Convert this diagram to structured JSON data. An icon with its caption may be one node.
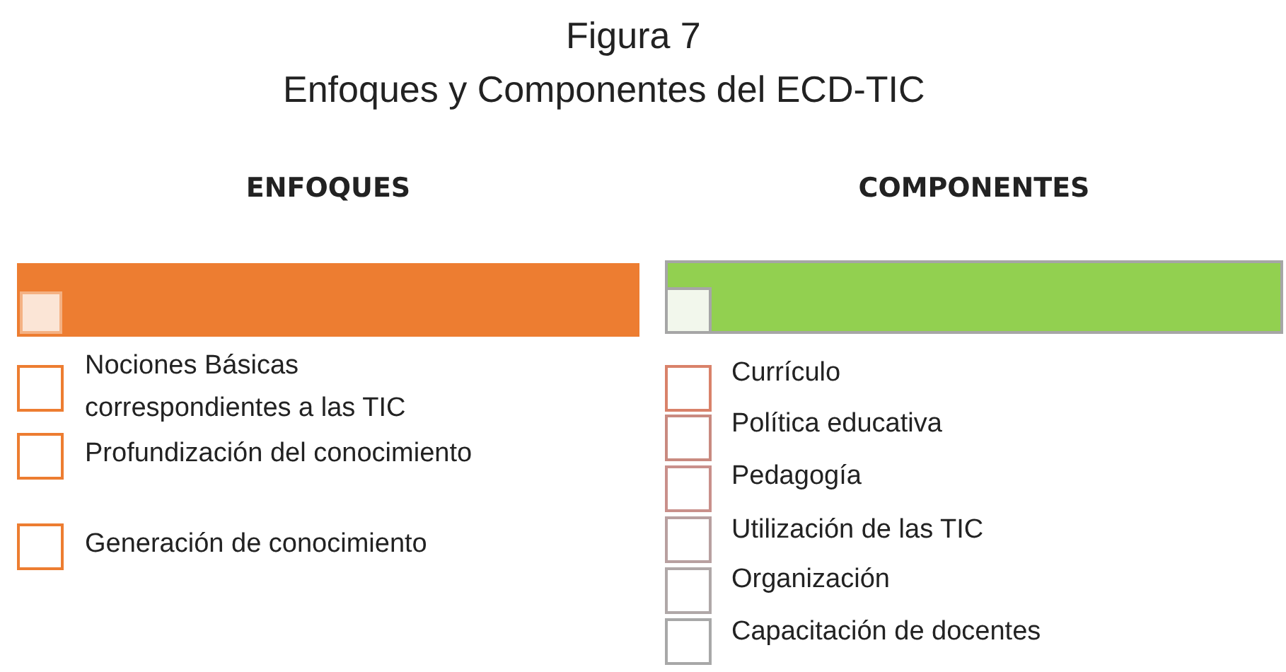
{
  "diagram": {
    "title": "Figura 7",
    "caption": "Enfoques y Componentes del ECD-TIC",
    "nodes": [
      {
        "text": [
          "ENFOQUES"
        ]
      },
      {
        "text": [],
        "shape": "box",
        "in": 0
      },
      {
        "text": [],
        "shape": "box",
        "beside": [
          "Nociones  Básicas correspondientes a las TIC"
        ]
      },
      {
        "text": [],
        "shape": "box",
        "beside": [
          "Profundización del conocimiento"
        ]
      },
      {
        "text": [],
        "shape": "box",
        "beside": [
          "Generación de conocimiento"
        ]
      },
      {
        "text": [
          "COMPONENTES"
        ]
      },
      {
        "text": [],
        "shape": "box",
        "in": 5
      },
      {
        "text": [],
        "shape": "box",
        "beside": [
          "Currículo"
        ]
      },
      {
        "text": [],
        "shape": "box",
        "beside": [
          "Política educativa"
        ]
      },
      {
        "text": [],
        "shape": "box",
        "beside": [
          "Pedagogía"
        ]
      },
      {
        "text": [],
        "shape": "box",
        "beside": [
          "Utilización de las TIC"
        ]
      },
      {
        "text": [],
        "shape": "box",
        "beside": [
          "Organización"
        ]
      },
      {
        "text": [],
        "shape": "box",
        "beside": [
          "Capacitación de docentes"
        ]
      }
    ],
    "edges": []
  }
}
